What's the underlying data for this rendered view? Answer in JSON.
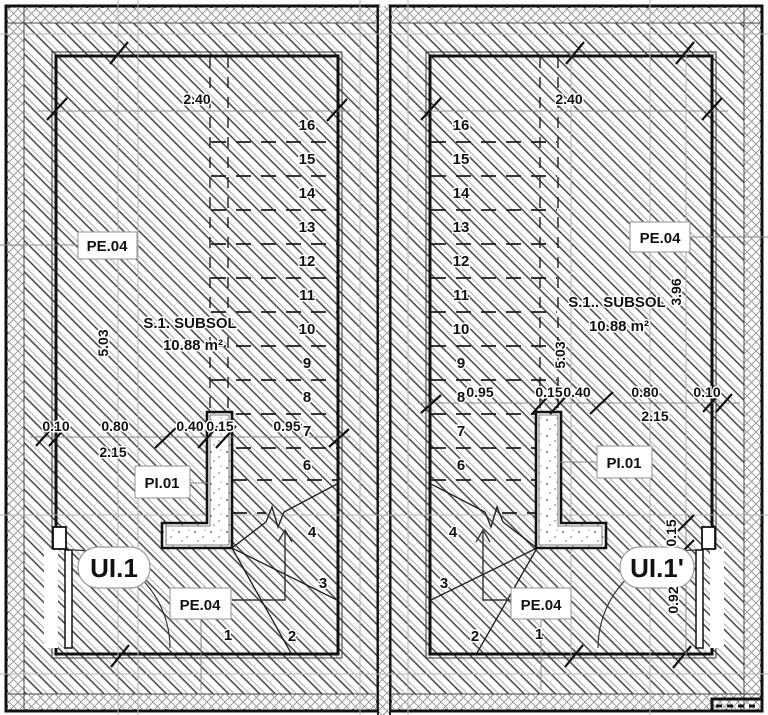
{
  "plans": {
    "left": {
      "unit_label": "UI.1",
      "room_name": "S.1. SUBSOL",
      "room_area": "10.88 m²",
      "labels": {
        "pe04_top": "PE.04",
        "pi01": "PI.01",
        "pe04_bottom": "PE.04"
      },
      "dims": {
        "top_width": "2.40",
        "row": [
          "0.10",
          "0.80",
          "0.40",
          "0.15",
          "0.95"
        ],
        "row_total": "2.15",
        "height": "5.03"
      },
      "stairs": {
        "flight": [
          "16",
          "15",
          "14",
          "13",
          "12",
          "11",
          "10",
          "9",
          "8",
          "7",
          "6"
        ],
        "winders": [
          "4",
          "3",
          "2",
          "1"
        ]
      }
    },
    "right": {
      "unit_label": "UI.1'",
      "room_name": "S.1.. SUBSOL",
      "room_area": "10.88 m²",
      "labels": {
        "pe04_top": "PE.04",
        "pi01": "PI.01",
        "pe04_bottom": "PE.04"
      },
      "dims": {
        "top_width": "2.40",
        "row": [
          "0.95",
          "0.15",
          "0.40",
          "0.80",
          "0.10"
        ],
        "row_total": "2.15",
        "height": "5.03",
        "height2": "3.96",
        "door_jamb": "0.15",
        "door_clear": "0.92"
      },
      "stairs": {
        "flight": [
          "16",
          "15",
          "14",
          "13",
          "12",
          "11",
          "10",
          "9",
          "8",
          "7",
          "6"
        ],
        "winders": [
          "4",
          "3",
          "2",
          "1"
        ]
      }
    }
  },
  "colors": {
    "wall": "#111111",
    "hatch": "#3f3f3f",
    "insulation": "#9b9b9b",
    "axis": "#b3b3b3"
  }
}
